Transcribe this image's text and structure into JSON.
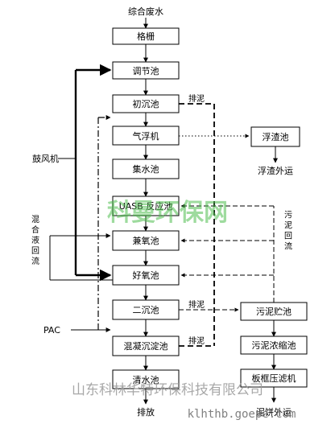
{
  "diagram": {
    "input_label": "综合废水",
    "nodes": {
      "grille": "格栅",
      "regulating": "调节池",
      "primary_settling": "初沉池",
      "air_flotation": "气浮机",
      "collection": "集水池",
      "uasb": "UASB 反应池",
      "anaerobic": "兼氧池",
      "aerobic": "好氧池",
      "secondary_settling": "二沉池",
      "coagulation": "混凝沉淀池",
      "clear_water": "清水池",
      "scum_tank": "浮渣池",
      "sludge_storage": "污泥贮池",
      "sludge_thickening": "污泥浓缩池",
      "filter_press": "板框压滤机"
    },
    "labels": {
      "blower": "鼓风机",
      "mixed_liquor_return": "混合液回流",
      "sludge_return": "污泥回流",
      "pac": "PAC",
      "sludge_discharge_1": "排泥",
      "sludge_discharge_2": "排泥",
      "sludge_discharge_3": "排泥",
      "scum_out": "浮渣外运",
      "discharge": "排放",
      "cake_out": "泥饼外运"
    }
  },
  "watermark": {
    "brand": "科曼环保网",
    "company": "山东科林华特环保科技有限公司",
    "url": "klhthb.goepe.com"
  }
}
